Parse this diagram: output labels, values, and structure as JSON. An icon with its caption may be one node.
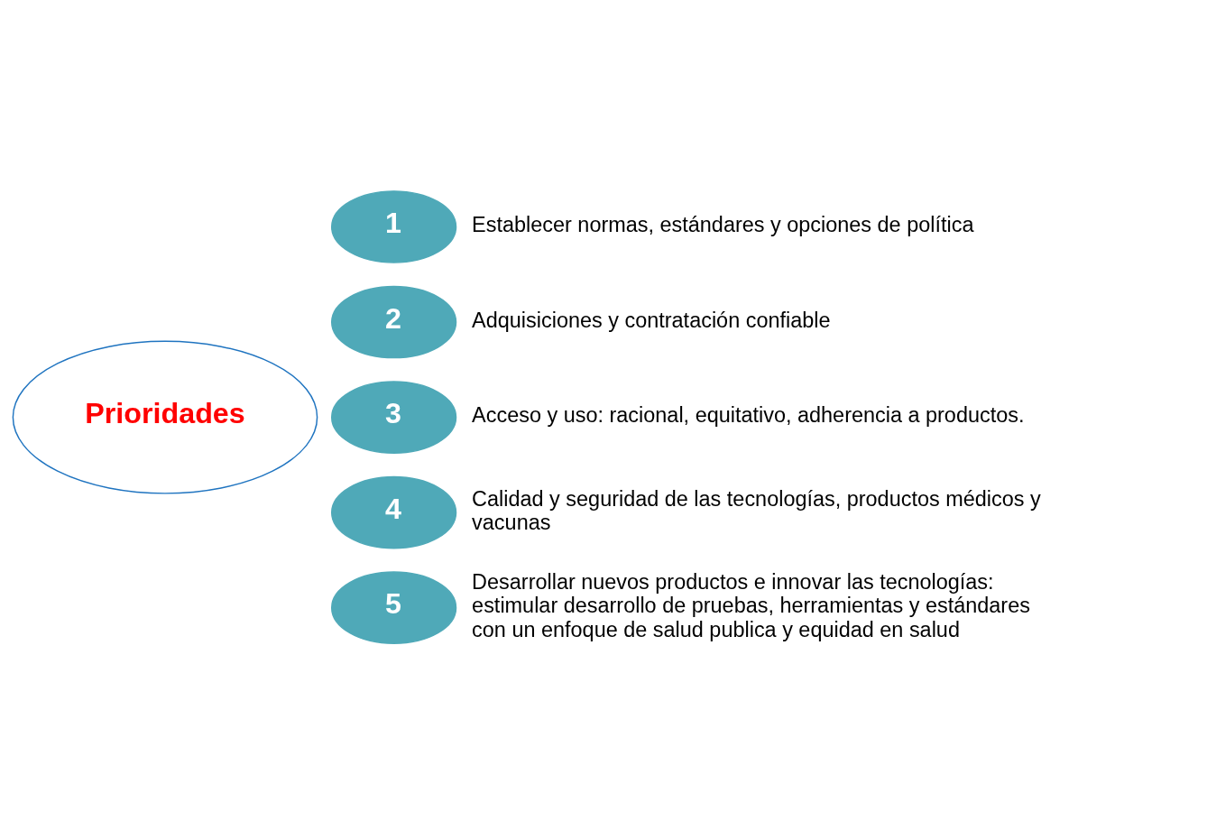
{
  "diagram": {
    "nodes": [
      {
        "text": [
          "Prioridades"
        ]
      },
      {
        "text": [
          "1"
        ],
        "beside": [
          "Establecer normas, estándares y opciones de política"
        ]
      },
      {
        "text": [
          "2"
        ],
        "beside": [
          "Adquisiciones y contratación confiable"
        ]
      },
      {
        "text": [
          "3"
        ],
        "beside": [
          "Acceso y uso: racional, equitativo, adherencia a productos."
        ]
      },
      {
        "text": [
          "4"
        ],
        "beside": [
          "Calidad y seguridad de las tecnologías, productos médicos y vacunas"
        ]
      },
      {
        "text": [
          "5"
        ],
        "beside": [
          "Desarrollar nuevos productos e innovar las tecnologías: estimular desarrollo de pruebas, herramientas y estándares con un enfoque de salud publica y equidad en salud"
        ]
      }
    ],
    "edges": []
  }
}
